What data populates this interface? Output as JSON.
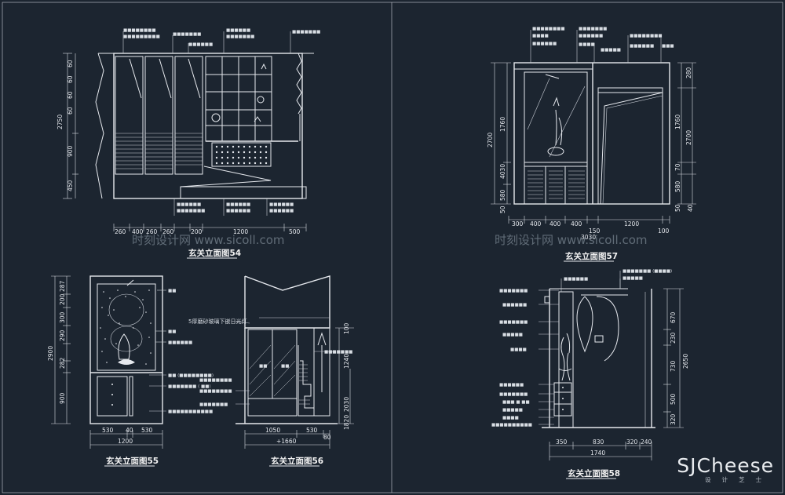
{
  "drawings": [
    {
      "title": "玄关立面图54",
      "dims_bottom": [
        "260",
        "400",
        "260",
        "260",
        "200",
        "1200",
        "500"
      ],
      "dims_left": [
        "2750",
        "900",
        "450"
      ]
    },
    {
      "title": "玄关立面图57",
      "dims_bottom": [
        "300",
        "400",
        "400",
        "400",
        "150",
        "1200",
        "100"
      ],
      "dim_total": "3030",
      "dims_left": [
        "2700",
        "1760",
        "4030",
        "580",
        "50"
      ],
      "dims_right": [
        "280",
        "2700",
        "1760",
        "70",
        "580",
        "50",
        "40"
      ]
    },
    {
      "title": "玄关立面图55",
      "dims_bottom": [
        "530",
        "40",
        "530",
        "1200"
      ],
      "dims_left": [
        "2900",
        "287",
        "200",
        "300",
        "290",
        "282",
        "900"
      ]
    },
    {
      "title": "玄关立面图56",
      "dims_bottom": [
        "1050",
        "530",
        "80",
        "+1660"
      ],
      "dims_right": [
        "100",
        "1240",
        "1820",
        "2030"
      ],
      "note": "5厚磨砂玻璃下嵌日光灯"
    },
    {
      "title": "玄关立面图58",
      "dims_bottom": [
        "350",
        "830",
        "320",
        "240",
        "1740"
      ],
      "dims_right": [
        "670",
        "230",
        "730",
        "500",
        "320",
        "2650"
      ]
    }
  ],
  "watermarks": [
    "时刻设计网 www.sicoll.com",
    "时刻设计网 www.sicoll.com"
  ],
  "logo": {
    "main": "SJCheese",
    "sub": "设计芝士"
  }
}
